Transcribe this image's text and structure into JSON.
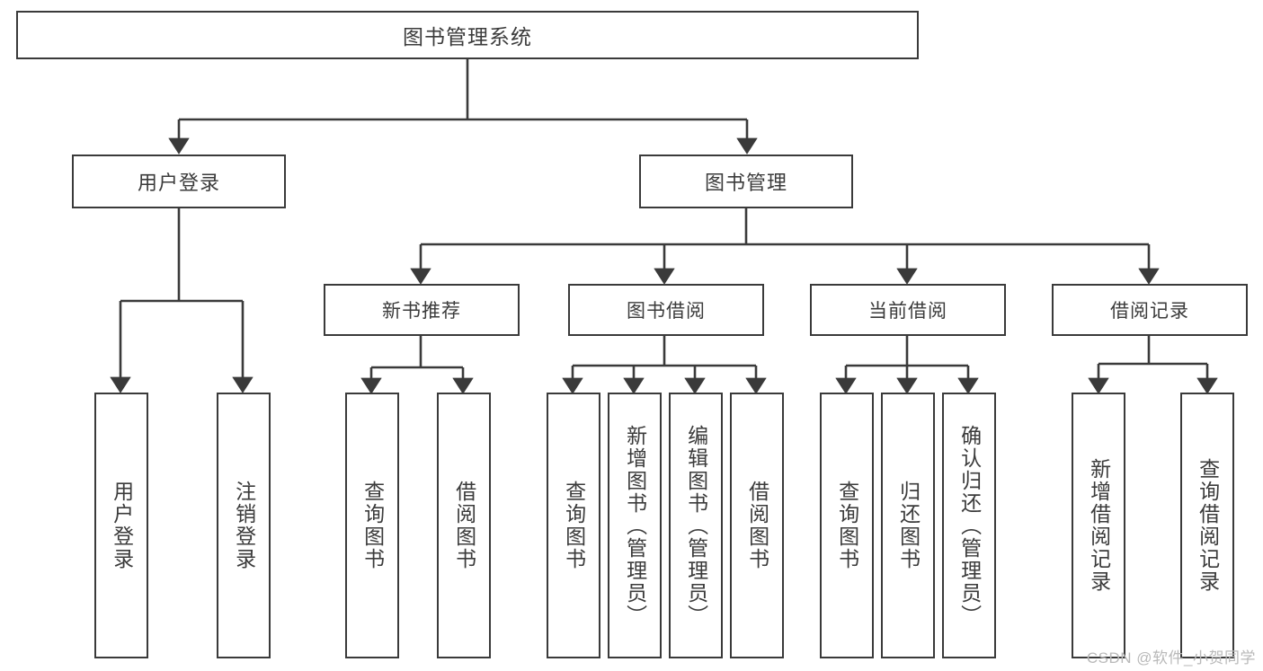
{
  "diagram": {
    "type": "tree",
    "title": "图书管理系统",
    "orientation": "top-down",
    "colors": {
      "background": "#ffffff",
      "node_border": "#3a3a3a",
      "node_fill": "#ffffff",
      "text": "#3b3b3b",
      "edge": "#3a3a3a",
      "watermark": "#b9b9b9"
    },
    "root": {
      "label": "图书管理系统"
    },
    "level1": [
      {
        "id": "user-login",
        "label": "用户登录"
      },
      {
        "id": "book-manage",
        "label": "图书管理"
      }
    ],
    "level2": [
      {
        "id": "new-book-recommend",
        "label": "新书推荐",
        "parent": "book-manage"
      },
      {
        "id": "book-borrow",
        "label": "图书借阅",
        "parent": "book-manage"
      },
      {
        "id": "current-borrow",
        "label": "当前借阅",
        "parent": "book-manage"
      },
      {
        "id": "borrow-record",
        "label": "借阅记录",
        "parent": "book-manage"
      }
    ],
    "leaves": [
      {
        "id": "leaf-user-login",
        "label": "用户登录",
        "parent": "user-login"
      },
      {
        "id": "leaf-logout",
        "label": "注销登录",
        "parent": "user-login"
      },
      {
        "id": "leaf-query-book-1",
        "label": "查询图书",
        "parent": "new-book-recommend"
      },
      {
        "id": "leaf-borrow-book-1",
        "label": "借阅图书",
        "parent": "new-book-recommend"
      },
      {
        "id": "leaf-query-book-2",
        "label": "查询图书",
        "parent": "book-borrow"
      },
      {
        "id": "leaf-add-book",
        "label": "新增图书（管理员）",
        "parent": "book-borrow"
      },
      {
        "id": "leaf-edit-book",
        "label": "编辑图书（管理员）",
        "parent": "book-borrow"
      },
      {
        "id": "leaf-borrow-book-2",
        "label": "借阅图书",
        "parent": "book-borrow"
      },
      {
        "id": "leaf-query-book-3",
        "label": "查询图书",
        "parent": "current-borrow"
      },
      {
        "id": "leaf-return-book",
        "label": "归还图书",
        "parent": "current-borrow"
      },
      {
        "id": "leaf-confirm-return",
        "label": "确认归还（管理员）",
        "parent": "current-borrow"
      },
      {
        "id": "leaf-add-record",
        "label": "新增借阅记录",
        "parent": "borrow-record"
      },
      {
        "id": "leaf-query-record",
        "label": "查询借阅记录",
        "parent": "borrow-record"
      }
    ],
    "watermark": "CSDN @软件_小贺同学"
  }
}
